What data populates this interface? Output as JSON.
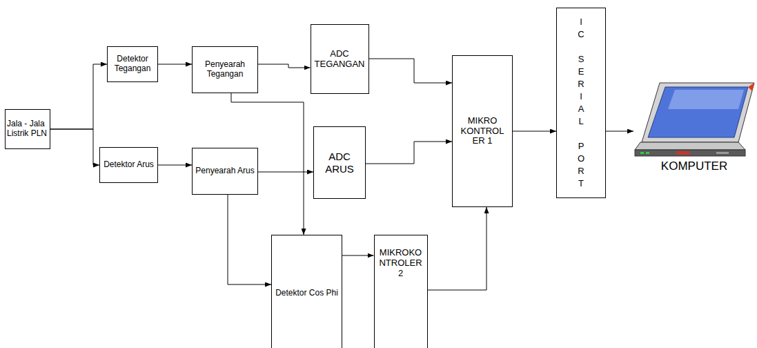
{
  "diagram": {
    "nodes": [
      {
        "text": [
          "Jala - Jala Listrik PLN"
        ]
      },
      {
        "text": [
          "Detektor Tegangan"
        ]
      },
      {
        "text": [
          "Penyearah Tegangan"
        ]
      },
      {
        "text": [
          "ADC TEGANGAN"
        ]
      },
      {
        "text": [
          "Detektor Arus"
        ]
      },
      {
        "text": [
          "Penyearah Arus"
        ]
      },
      {
        "text": [
          "ADC ARUS"
        ]
      },
      {
        "text": [
          "MIKRO KONTROL ER 1"
        ]
      },
      {
        "text": [
          "Detektor Cos Phi"
        ]
      },
      {
        "text": [
          "MIKROKO NTROLER 2"
        ]
      },
      {
        "text": [
          "IC SERIAL PORT"
        ]
      },
      {
        "text": [
          "KOMPUTER"
        ]
      }
    ],
    "edges": [
      {
        "from": 0,
        "to": 1,
        "arrow": "to"
      },
      {
        "from": 0,
        "to": 4,
        "arrow": "to"
      },
      {
        "from": 1,
        "to": 2,
        "arrow": "to"
      },
      {
        "from": 2,
        "to": 3,
        "arrow": "to"
      },
      {
        "from": 2,
        "to": 8,
        "arrow": "to"
      },
      {
        "from": 4,
        "to": 5,
        "arrow": "to"
      },
      {
        "from": 5,
        "to": 6,
        "arrow": "to"
      },
      {
        "from": 5,
        "to": 8,
        "arrow": "to"
      },
      {
        "from": 3,
        "to": 7,
        "arrow": "to"
      },
      {
        "from": 6,
        "to": 7,
        "arrow": "to"
      },
      {
        "from": 8,
        "to": 9,
        "arrow": "to"
      },
      {
        "from": 9,
        "to": 7,
        "arrow": "to"
      },
      {
        "from": 7,
        "to": 10,
        "arrow": "to"
      },
      {
        "from": 10,
        "to": 11,
        "arrow": "to"
      }
    ]
  }
}
